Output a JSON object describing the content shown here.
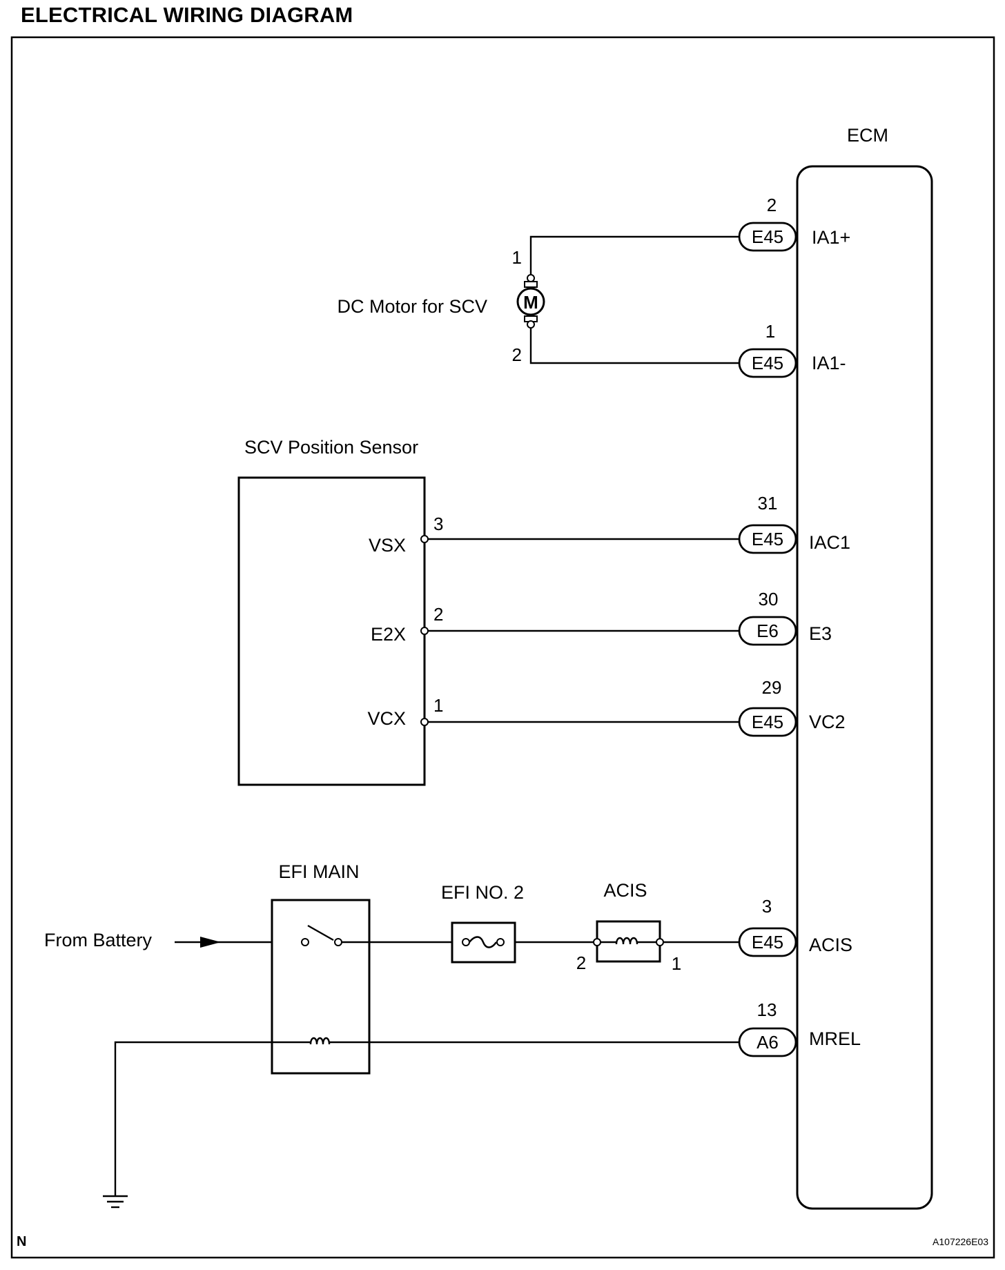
{
  "title": "ELECTRICAL WIRING DIAGRAM",
  "ecm": {
    "label": "ECM",
    "terminals": [
      {
        "connector": "E45",
        "pin": "2",
        "signal": "IA1+"
      },
      {
        "connector": "E45",
        "pin": "1",
        "signal": "IA1-"
      },
      {
        "connector": "E45",
        "pin": "31",
        "signal": "IAC1"
      },
      {
        "connector": "E6",
        "pin": "30",
        "signal": "E3"
      },
      {
        "connector": "E45",
        "pin": "29",
        "signal": "VC2"
      },
      {
        "connector": "E45",
        "pin": "3",
        "signal": "ACIS"
      },
      {
        "connector": "A6",
        "pin": "13",
        "signal": "MREL"
      }
    ]
  },
  "motor": {
    "label": "DC Motor for SCV",
    "symbol": "M",
    "pins": [
      "1",
      "2"
    ]
  },
  "sensor": {
    "label": "SCV Position Sensor",
    "terminals": [
      {
        "name": "VSX",
        "pin": "3"
      },
      {
        "name": "E2X",
        "pin": "2"
      },
      {
        "name": "VCX",
        "pin": "1"
      }
    ]
  },
  "power": {
    "battery_label": "From Battery",
    "relay_label": "EFI MAIN",
    "fuse_label": "EFI NO. 2",
    "acis_label": "ACIS",
    "acis_pins": [
      "2",
      "1"
    ]
  },
  "footer": {
    "left": "N",
    "right": "A107226E03"
  }
}
